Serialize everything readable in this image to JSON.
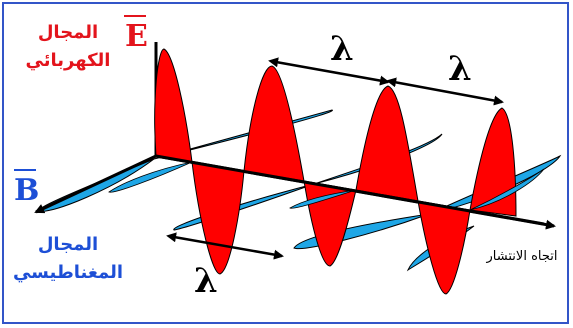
{
  "labels": {
    "e_symbol": "E",
    "b_symbol": "B",
    "electric_field_line1": "المجال",
    "electric_field_line2": "الكهربائي",
    "magnetic_field_line1": "المجال",
    "magnetic_field_line2": "المغناطيسي",
    "propagation_direction": "اتجاه الانتشار",
    "wavelength_symbol": "λ"
  },
  "colors": {
    "electric_wave": "#ff0000",
    "magnetic_wave": "#1ea6e6",
    "border": "#3355c8",
    "label_red": "#e3141c",
    "label_blue": "#1d4fd6",
    "axis": "#000000"
  }
}
